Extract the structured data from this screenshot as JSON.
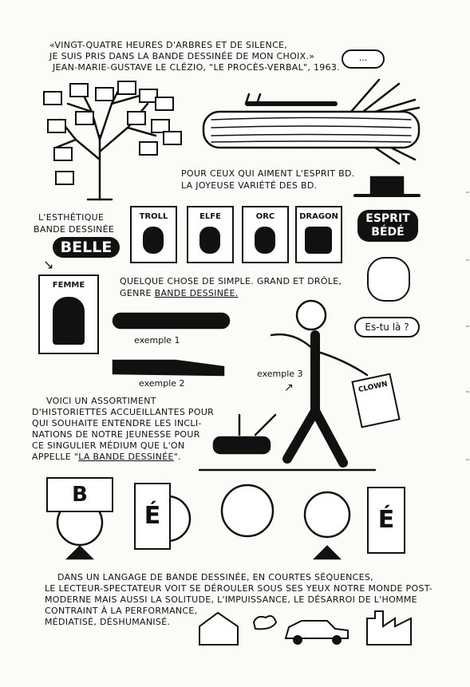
{
  "quote": {
    "line1": "«VINGT-QUATRE HEURES D'ARBRES ET DE SILENCE,",
    "line2": "JE SUIS PRIS DANS LA BANDE DESSINÉE DE MON CHOIX.»",
    "line3": "JEAN-MARIE-GUSTAVE LE CLÉZIO, \"LE PROCÈS-VERBAL\", 1963."
  },
  "reader_bubble": "...",
  "intro": {
    "line1": "POUR CEUX QUI AIMENT L'ESPRIT BD.",
    "line2": "LA JOYEUSE VARIÉTÉ DES BD."
  },
  "books": [
    "TROLL",
    "ELFE",
    "ORC",
    "DRAGON"
  ],
  "esthetique": {
    "line1": "L'ESTHÉTIQUE",
    "line2": "BANDE DESSINÉE",
    "badge": "BELLE",
    "book_title": "FEMME"
  },
  "esprit_badge": {
    "line1": "ESPRIT",
    "line2": "BÉDÉ"
  },
  "question_bubble": "Es-tu là ?",
  "simple": {
    "line1": "QUELQUE CHOSE DE SIMPLE. GRAND ET DRÔLE,",
    "line2_prefix": "GENRE",
    "line2_underlined": "BANDE DESSINÉE."
  },
  "examples": {
    "ex1": "exemple 1",
    "ex2": "exemple 2",
    "ex3": "exemple 3"
  },
  "clown_book": "CLOWN",
  "assortment": {
    "line1": "VOICI UN ASSORTIMENT",
    "line2": "D'HISTORIETTES ACCUEILLANTES POUR",
    "line3": "QUI SOUHAITE ENTENDRE LES INCLI-",
    "line4": "NATIONS DE NOTRE JEUNESSE POUR",
    "line5": "CE SINGULIER MÉDIUM QUE L'ON",
    "line6_prefix": "APPELLE \"",
    "line6_underlined": "LA BANDE DESSINÉE",
    "line6_suffix": "\"."
  },
  "letters": {
    "b": "B",
    "e1": "É",
    "e2": "É"
  },
  "bottom": {
    "line1": "DANS UN LANGAGE DE BANDE DESSINÉE, EN COURTES SÉQUENCES,",
    "line2": "LE LECTEUR-SPECTATEUR VOIT SE DÉROULER SOUS SES YEUX NOTRE MONDE POST-",
    "line3": "MODERNE MAIS AUSSI LA SOLITUDE, L'IMPUISSANCE, LE DÉSARROI DE L'HOMME",
    "line4": "CONTRAINT À LA PERFORMANCE,",
    "line5": "MÉDIATISÉ, DÉSHUMANISÉ."
  }
}
